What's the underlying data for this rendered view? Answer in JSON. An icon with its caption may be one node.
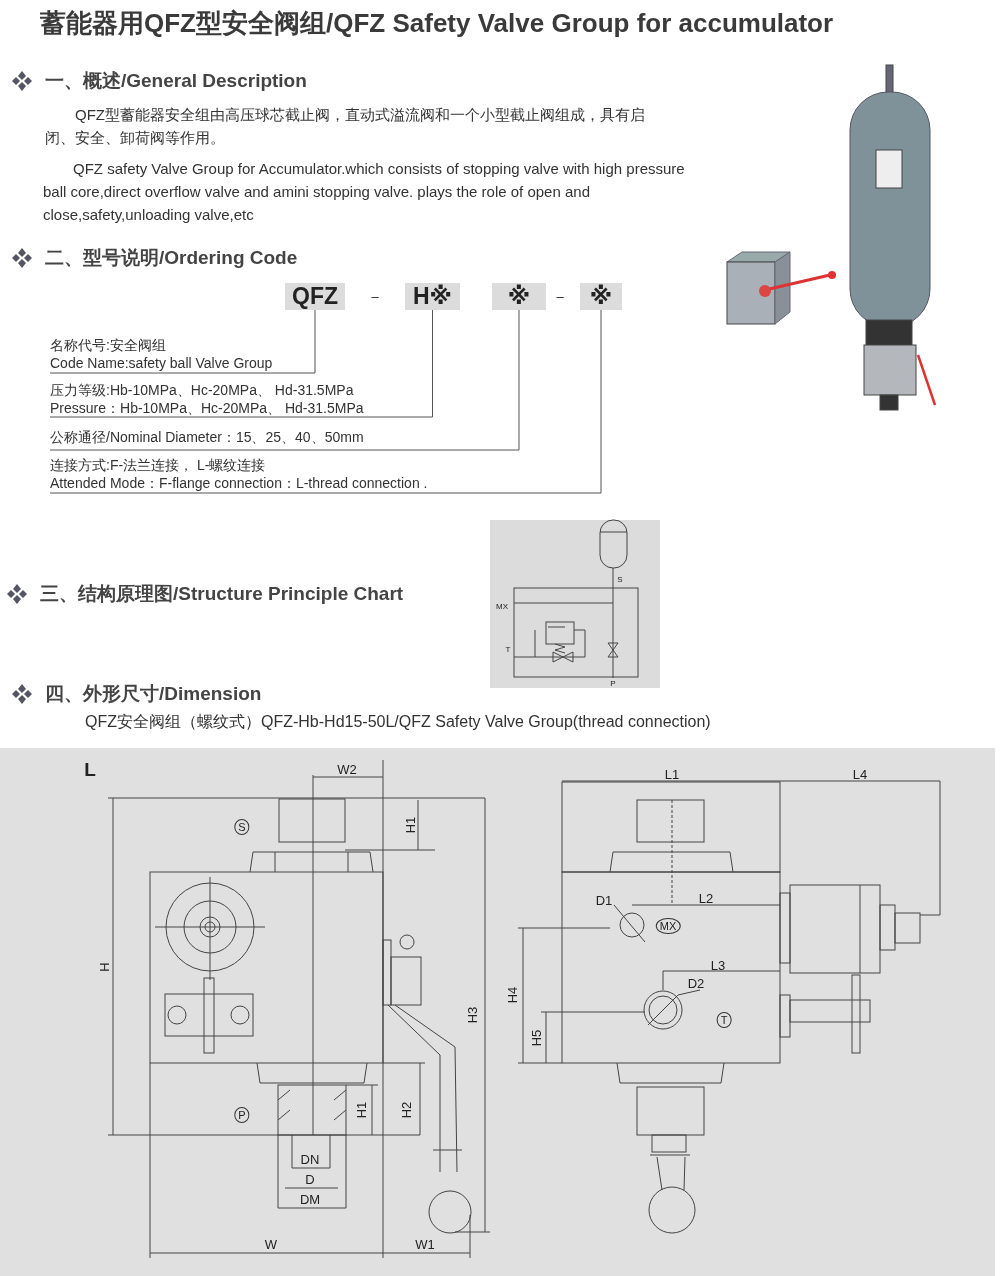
{
  "diagram": {
    "title": "蓄能器用QFZ型安全阀组/QFZ Safety Valve Group for accumulator",
    "nodes": [
      {
        "text": [
          "QFZ"
        ]
      },
      {
        "text": [
          "H※"
        ]
      },
      {
        "text": [
          "※"
        ]
      },
      {
        "text": [
          "※"
        ]
      },
      {
        "text": [
          "名称代号:安全阀组",
          "Code Name:safety ball Valve Group"
        ]
      },
      {
        "text": [
          "压力等级:Hb-10MPa、Hc-20MPa、 Hd-31.5MPa",
          "Pressure：Hb-10MPa、Hc-20MPa、 Hd-31.5MPa"
        ]
      },
      {
        "text": [
          "公称通径/Nominal Diameter：15、25、40、50mm"
        ]
      },
      {
        "text": [
          "连接方式:F-法兰连接， L-螺纹连接",
          "Attended Mode：F-flange connection：L-thread connection ."
        ]
      }
    ],
    "edges": [
      {
        "from": 0,
        "to": 4,
        "arrow": "none"
      },
      {
        "from": 1,
        "to": 5,
        "arrow": "none"
      },
      {
        "from": 2,
        "to": 6,
        "arrow": "none"
      },
      {
        "from": 3,
        "to": 7,
        "arrow": "none"
      }
    ],
    "labels": [
      "一、概述/General Description",
      "QFZ型蓄能器安全组由高压球芯截止阀，直动式溢流阀和一个小型截止阀组成，具有启闭、安全、卸荷阀等作用。",
      "QFZ safety Valve Group for Accumulator.which consists of stopping valve with high pressure ball core,direct overflow valve and amini stopping valve. plays the role of open and close,safety,unloading valve,etc",
      "二、型号说明/Ordering Code",
      "–",
      "–",
      "三、结构原理图/Structure Principle Chart",
      "S",
      "MX",
      "T",
      "P",
      "四、外形尺寸/Dimension",
      "QFZ安全阀组（螺纹式）QFZ-Hb-Hd15-50L/QFZ Safety Valve Group(thread connection)",
      "L",
      "W2",
      "L1",
      "L4",
      "S",
      "H1",
      "D1",
      "L2",
      "MX",
      "H",
      "L3",
      "D2",
      "H4",
      "H3",
      "T",
      "H5",
      "P",
      "H1",
      "H2",
      "DN",
      "D",
      "DM",
      "W",
      "W1"
    ]
  }
}
